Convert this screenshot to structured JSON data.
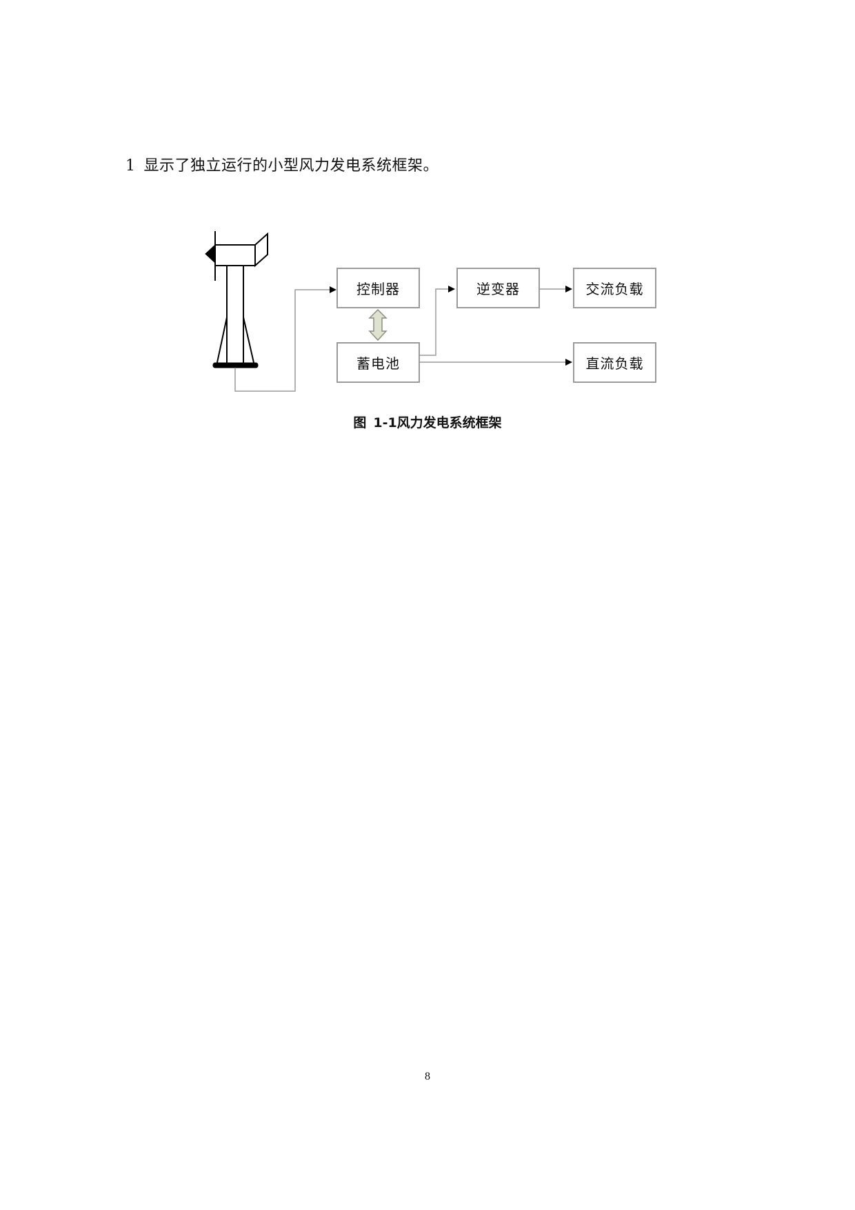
{
  "intro": {
    "number": "1",
    "text": "显示了独立运行的小型风力发电系统框架。"
  },
  "figure": {
    "blocks": {
      "controller": "控制器",
      "battery": "蓄电池",
      "inverter": "逆变器",
      "ac_load": "交流负载",
      "dc_load": "直流负载"
    },
    "colors": {
      "box_border": "#9a9a9a",
      "line": "#9a9a9a",
      "double_arrow_fill": "#dde3cf",
      "double_arrow_stroke": "#8c8c80"
    },
    "caption_label": "图",
    "caption_text": "1-1风力发电系统框架"
  },
  "page": {
    "number": "8"
  }
}
